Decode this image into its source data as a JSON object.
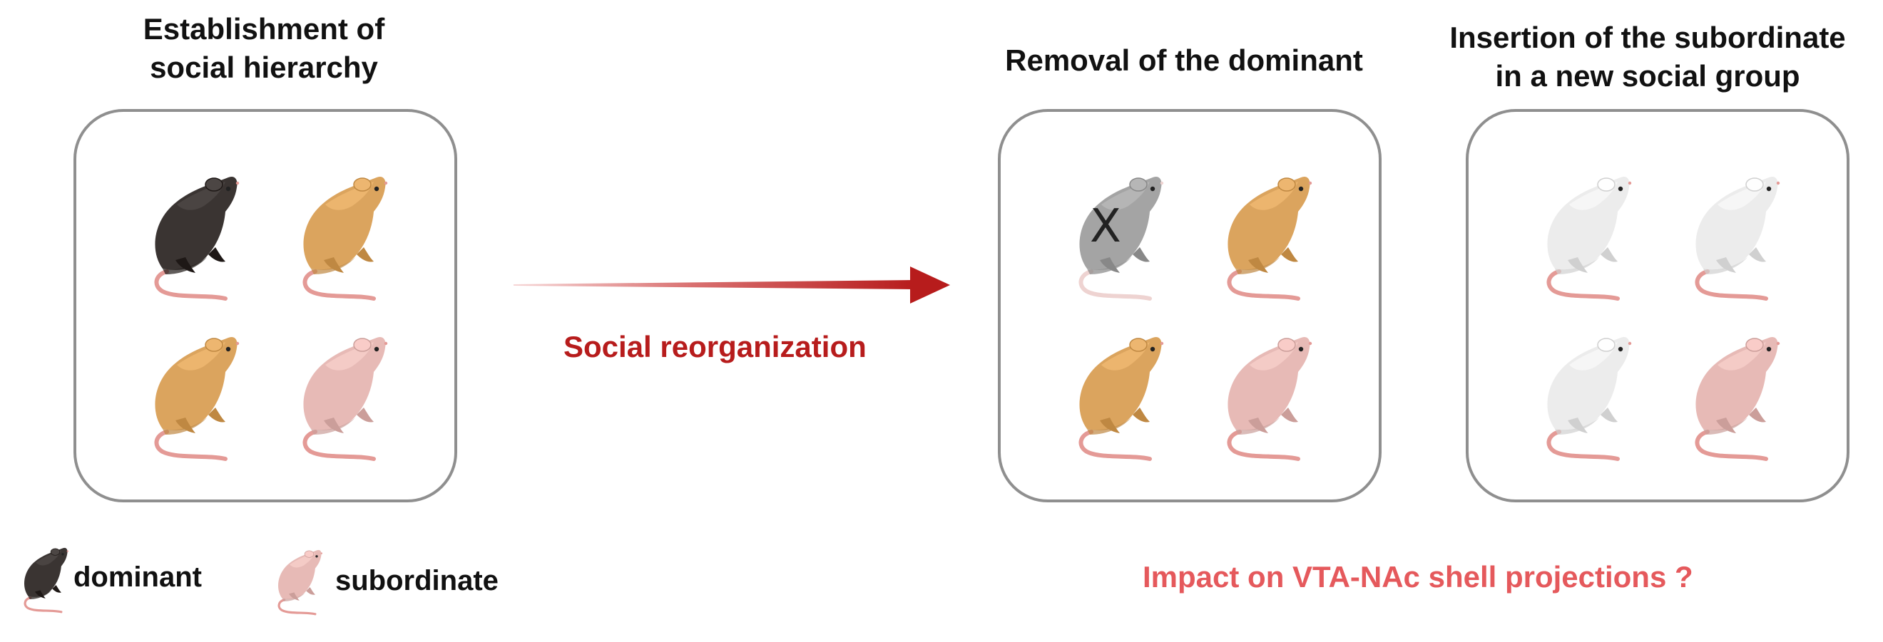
{
  "titles": {
    "hierarchy": [
      "Establishment of",
      "social hierarchy"
    ],
    "removal": [
      "Removal of the dominant"
    ],
    "insertion": [
      "Insertion of the subordinate",
      "in a new social group"
    ]
  },
  "arrow": {
    "label": "Social reorganization",
    "color": "#b71c1c"
  },
  "question": {
    "text": "Impact on VTA-NAc shell projections ?",
    "color": "#e5595c"
  },
  "removed_marker": "X",
  "legend": {
    "dominant": "dominant",
    "subordinate": "subordinate"
  },
  "colors": {
    "dominant": "#3a3432",
    "intermediate": "#dba45e",
    "subordinate": "#e7bab6",
    "removed": "#a4a4a4",
    "new_group": "#ececec",
    "tail": "#e49a96",
    "cage_border": "#8f8f8f"
  },
  "groups": {
    "hierarchy": [
      "dominant",
      "intermediate",
      "intermediate",
      "subordinate"
    ],
    "removal": [
      "removed",
      "intermediate",
      "intermediate",
      "subordinate"
    ],
    "insertion": [
      "new_group",
      "new_group",
      "new_group",
      "subordinate"
    ]
  }
}
